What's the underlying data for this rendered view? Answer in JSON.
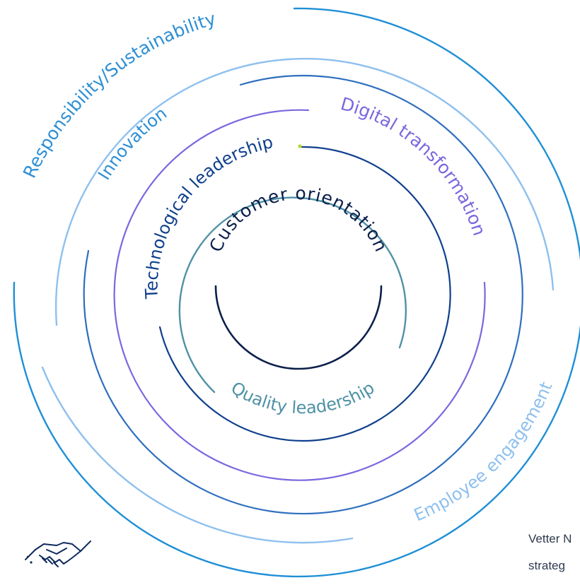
{
  "diagram": {
    "rings": [
      {
        "key": "customer",
        "label": "Customer orientation",
        "color": "#0b1f4a"
      },
      {
        "key": "quality",
        "label": "Quality leadership",
        "color": "#4f91a6"
      },
      {
        "key": "technological",
        "label": "Technological leadership",
        "color": "#0f3f8c"
      },
      {
        "key": "digital",
        "label": "Digital transformation",
        "color": "#7a68df"
      },
      {
        "key": "innovation",
        "label": "Innovation",
        "color": "#2e8fd4"
      },
      {
        "key": "responsibility",
        "label": "Responsibility/Sustainability",
        "color": "#2e8fd4"
      },
      {
        "key": "employee",
        "label": "Employee engagement",
        "color": "#8ec0ee"
      }
    ],
    "accent_dot_color": "#b6d62f"
  },
  "icons": {
    "handshake": "handshake-icon"
  },
  "footer": {
    "line1": "Vetter N",
    "line2": "strateg"
  }
}
